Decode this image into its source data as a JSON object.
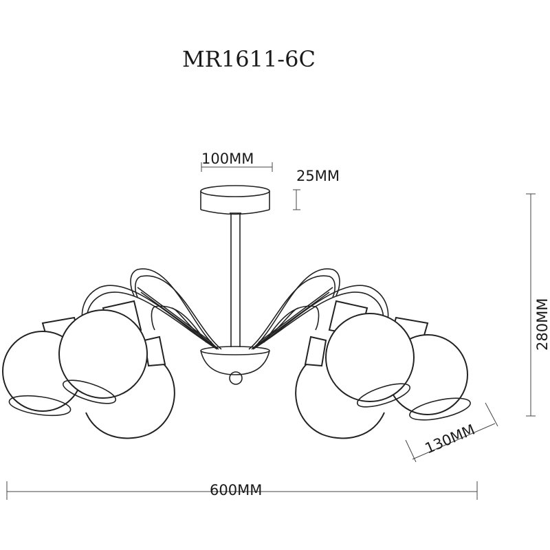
{
  "title": "MR1611-6C",
  "dimensions": {
    "canopy_width": "100MM",
    "canopy_height": "25MM",
    "total_height": "280MM",
    "shade_diameter": "130MM",
    "total_width": "600MM"
  },
  "colors": {
    "line": "#222222",
    "background": "#ffffff"
  }
}
